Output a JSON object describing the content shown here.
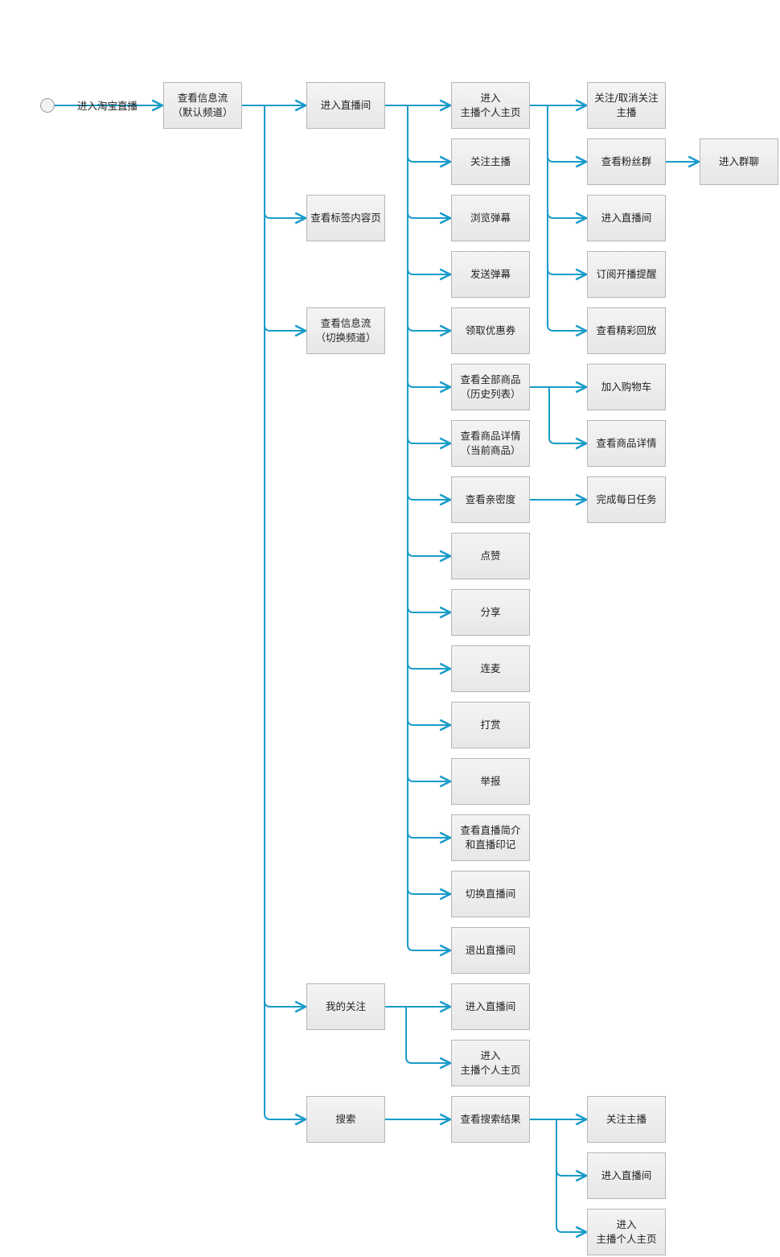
{
  "start": {
    "label": "进入淘宝直播"
  },
  "nodes": [
    {
      "id": "feed_default",
      "text": "查看信息流\n（默认频道）"
    },
    {
      "id": "enter_live",
      "text": "进入直播间"
    },
    {
      "id": "tag_page",
      "text": "查看标签内容页"
    },
    {
      "id": "feed_switch",
      "text": "查看信息流\n（切换频道）"
    },
    {
      "id": "my_follow",
      "text": "我的关注"
    },
    {
      "id": "search",
      "text": "搜索"
    },
    {
      "id": "host_home",
      "text": "进入\n主播个人主页"
    },
    {
      "id": "follow_host",
      "text": "关注主播"
    },
    {
      "id": "browse_danmaku",
      "text": "浏览弹幕"
    },
    {
      "id": "send_danmaku",
      "text": "发送弹幕"
    },
    {
      "id": "get_coupon",
      "text": "领取优惠券"
    },
    {
      "id": "all_goods",
      "text": "查看全部商品\n（历史列表）"
    },
    {
      "id": "goods_detail_cur",
      "text": "查看商品详情\n（当前商品）"
    },
    {
      "id": "intimacy",
      "text": "查看亲密度"
    },
    {
      "id": "like",
      "text": "点赞"
    },
    {
      "id": "share",
      "text": "分享"
    },
    {
      "id": "mic",
      "text": "连麦"
    },
    {
      "id": "reward",
      "text": "打赏"
    },
    {
      "id": "report",
      "text": "举报"
    },
    {
      "id": "intro",
      "text": "查看直播简介\n和直播印记"
    },
    {
      "id": "switch_live",
      "text": "切换直播间"
    },
    {
      "id": "exit_live",
      "text": "退出直播间"
    },
    {
      "id": "mf_enter_live",
      "text": "进入直播间"
    },
    {
      "id": "mf_host_home",
      "text": "进入\n主播个人主页"
    },
    {
      "id": "search_results",
      "text": "查看搜索结果"
    },
    {
      "id": "follow_toggle",
      "text": "关注/取消关注\n主播"
    },
    {
      "id": "fan_group",
      "text": "查看粉丝群"
    },
    {
      "id": "hh_enter_live",
      "text": "进入直播间"
    },
    {
      "id": "subscribe",
      "text": "订阅开播提醒"
    },
    {
      "id": "highlights",
      "text": "查看精彩回放"
    },
    {
      "id": "add_cart",
      "text": "加入购物车"
    },
    {
      "id": "goods_detail",
      "text": "查看商品详情"
    },
    {
      "id": "daily_tasks",
      "text": "完成每日任务"
    },
    {
      "id": "sr_follow",
      "text": "关注主播"
    },
    {
      "id": "sr_enter_live",
      "text": "进入直播间"
    },
    {
      "id": "sr_host_home",
      "text": "进入\n主播个人主页"
    },
    {
      "id": "group_chat",
      "text": "进入群聊"
    }
  ],
  "edges": [
    [
      "start",
      "feed_default"
    ],
    [
      "feed_default",
      "enter_live"
    ],
    [
      "feed_default",
      "tag_page"
    ],
    [
      "feed_default",
      "feed_switch"
    ],
    [
      "feed_default",
      "my_follow"
    ],
    [
      "feed_default",
      "search"
    ],
    [
      "enter_live",
      "host_home"
    ],
    [
      "enter_live",
      "follow_host"
    ],
    [
      "enter_live",
      "browse_danmaku"
    ],
    [
      "enter_live",
      "send_danmaku"
    ],
    [
      "enter_live",
      "get_coupon"
    ],
    [
      "enter_live",
      "all_goods"
    ],
    [
      "enter_live",
      "goods_detail_cur"
    ],
    [
      "enter_live",
      "intimacy"
    ],
    [
      "enter_live",
      "like"
    ],
    [
      "enter_live",
      "share"
    ],
    [
      "enter_live",
      "mic"
    ],
    [
      "enter_live",
      "reward"
    ],
    [
      "enter_live",
      "report"
    ],
    [
      "enter_live",
      "intro"
    ],
    [
      "enter_live",
      "switch_live"
    ],
    [
      "enter_live",
      "exit_live"
    ],
    [
      "host_home",
      "follow_toggle"
    ],
    [
      "host_home",
      "fan_group"
    ],
    [
      "host_home",
      "hh_enter_live"
    ],
    [
      "host_home",
      "subscribe"
    ],
    [
      "host_home",
      "highlights"
    ],
    [
      "fan_group",
      "group_chat"
    ],
    [
      "all_goods",
      "add_cart"
    ],
    [
      "all_goods",
      "goods_detail"
    ],
    [
      "intimacy",
      "daily_tasks"
    ],
    [
      "my_follow",
      "mf_enter_live"
    ],
    [
      "my_follow",
      "mf_host_home"
    ],
    [
      "search",
      "search_results"
    ],
    [
      "search_results",
      "sr_follow"
    ],
    [
      "search_results",
      "sr_enter_live"
    ],
    [
      "search_results",
      "sr_host_home"
    ]
  ],
  "colors": {
    "connector": "#1a9bc9",
    "node_border": "#b6b6b6",
    "node_fill": "#eeeeee"
  }
}
